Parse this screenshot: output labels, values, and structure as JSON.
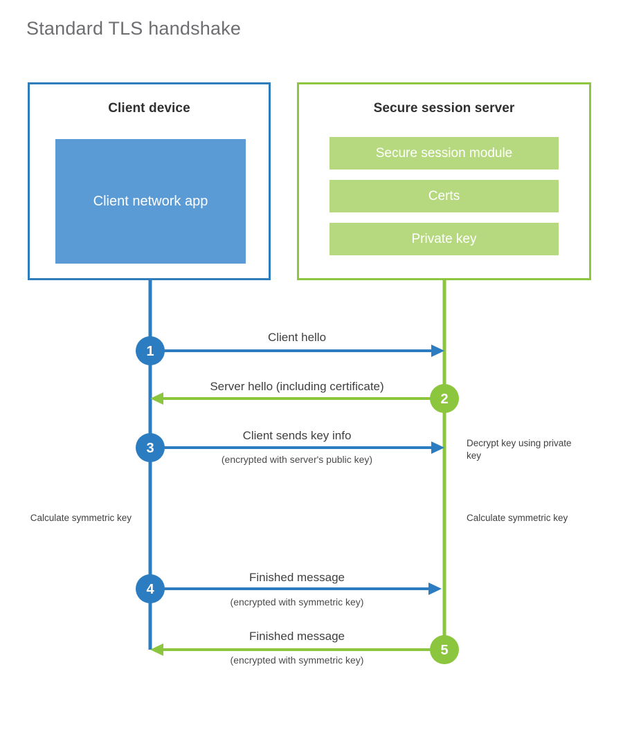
{
  "title": "Standard TLS handshake",
  "colors": {
    "client_border": "#2d7cbb",
    "client_fill": "#5b9bd5",
    "server_border": "#8dc63f",
    "server_module_fill": "#b6d97f",
    "client_line": "#2b7cc0",
    "server_line": "#8cc63e",
    "title_text": "#6d6e71",
    "body_text": "#3f3f3f",
    "background": "#ffffff"
  },
  "client": {
    "title": "Client device",
    "app_label": "Client network app"
  },
  "server": {
    "title": "Secure session server",
    "modules": [
      {
        "label": "Secure session module"
      },
      {
        "label": "Certs"
      },
      {
        "label": "Private key"
      }
    ]
  },
  "steps": [
    {
      "number": "1",
      "label": "Client hello",
      "sublabel": "",
      "direction": "client-to-server",
      "color": "#2b7cc0"
    },
    {
      "number": "2",
      "label": "Server hello (including certificate)",
      "sublabel": "",
      "direction": "server-to-client",
      "color": "#8cc63e"
    },
    {
      "number": "3",
      "label": "Client sends key info",
      "sublabel": "(encrypted with server's public key)",
      "direction": "client-to-server",
      "color": "#2b7cc0"
    },
    {
      "number": "4",
      "label": "Finished message",
      "sublabel": "(encrypted with symmetric key)",
      "direction": "client-to-server",
      "color": "#2b7cc0"
    },
    {
      "number": "5",
      "label": "Finished message",
      "sublabel": "(encrypted with symmetric key)",
      "direction": "server-to-client",
      "color": "#8cc63e"
    }
  ],
  "notes": {
    "server_decrypt": "Decrypt key using private key",
    "client_calculate": "Calculate symmetric key",
    "server_calculate": "Calculate symmetric key"
  }
}
